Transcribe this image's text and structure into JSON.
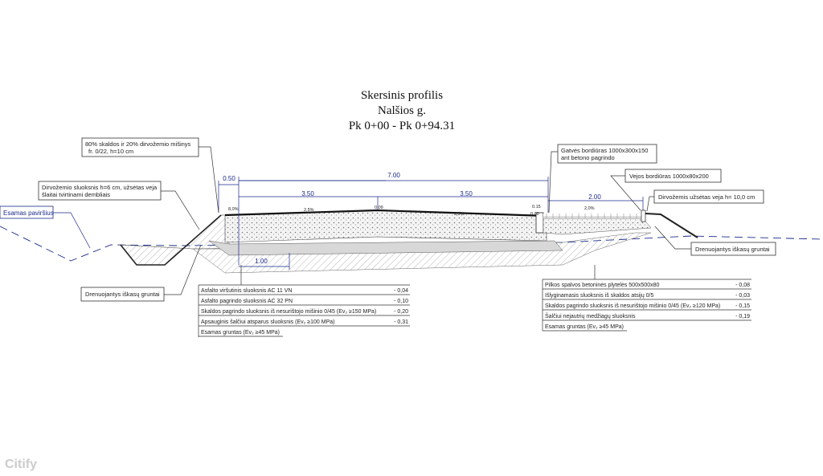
{
  "title": {
    "line1": "Skersinis profilis",
    "line2": "Nalšios g.",
    "line3": "Pk 0+00 - Pk 0+94.31"
  },
  "callouts": {
    "mix": {
      "line1": "80% skaldos ir 20% dirvožemio mišinys",
      "line2": "fr. 0/22, h=10 cm"
    },
    "soil_left": {
      "line1": "Dirvožemio sluoksnis h=6 cm, užsėtas veja",
      "line2": "šlaitai tvirtinami dembliais"
    },
    "existing_surface": "Esamas paviršius",
    "drain_left": "Drenuojantys iškasų gruntai",
    "curb_street": {
      "line1": "Gatvės bordiūras 1000x300x150",
      "line2": "ant betono pagrindo"
    },
    "curb_lawn": "Vejos bordiūras 1000x80x200",
    "soil_right": "Dirvožemis užsėtas veja h= 10,0 cm",
    "drain_right": "Drenuojantys iškasų gruntai"
  },
  "dimensions": {
    "shoulder": "0.50",
    "total": "7.00",
    "lane_left": "3.50",
    "lane_right": "3.50",
    "sidewalk": "2.00",
    "depth": "1.00"
  },
  "slopes": {
    "shoulder": "8,0%",
    "lane_left": "2,5%",
    "lane_right": "2,5%",
    "sidewalk": "2,0%"
  },
  "elevations": {
    "center": "0.09",
    "curb_top": "0.15",
    "curb_base": "0.00"
  },
  "road_layers": [
    {
      "name": "Asfalto viršutinis sluoksnis AC 11 VN",
      "depth": "- 0,04"
    },
    {
      "name": "Asfalto pagrindo sluoksnis AC 32 PN",
      "depth": "- 0,10"
    },
    {
      "name": "Skaldos pagrindo sluoksnis iš nesurištojo mišinio 0/45 (Ev₂ ≥150 MPa)",
      "depth": "- 0,20"
    },
    {
      "name": "Apsauginis šalčiui atsparus sluoksnis (Ev₂ ≥100 MPa)",
      "depth": "- 0,31"
    },
    {
      "name": "Esamas gruntas (Ev₂ ≥45 MPa)",
      "depth": ""
    }
  ],
  "sidewalk_layers": [
    {
      "name": "Pilkos spalvos betoninės plytelės 500x500x80",
      "depth": "- 0,08"
    },
    {
      "name": "Išlyginamasis sluoksnis iš skaldos atsijų  0/5",
      "depth": "- 0,03"
    },
    {
      "name": "Skaldos pagrindo sluoksnis iš nesurištojo mišinio 0/45 (Ev₂ ≥120 MPa)",
      "depth": "- 0,15"
    },
    {
      "name": "Šalčiui nejautrių medžiagų sluoksnis",
      "depth": "- 0,19"
    },
    {
      "name": "Esamas gruntas (Ev₂ ≥45 MPa)",
      "depth": ""
    }
  ],
  "watermark": "Citify",
  "colors": {
    "dimension": "#1a2a8a",
    "line": "#333333"
  }
}
